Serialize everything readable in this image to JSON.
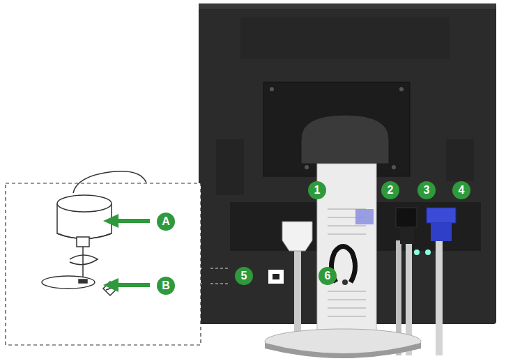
{
  "diagram": {
    "labels": [
      "1",
      "2",
      "3",
      "4",
      "A",
      "B",
      "5",
      "6"
    ]
  }
}
